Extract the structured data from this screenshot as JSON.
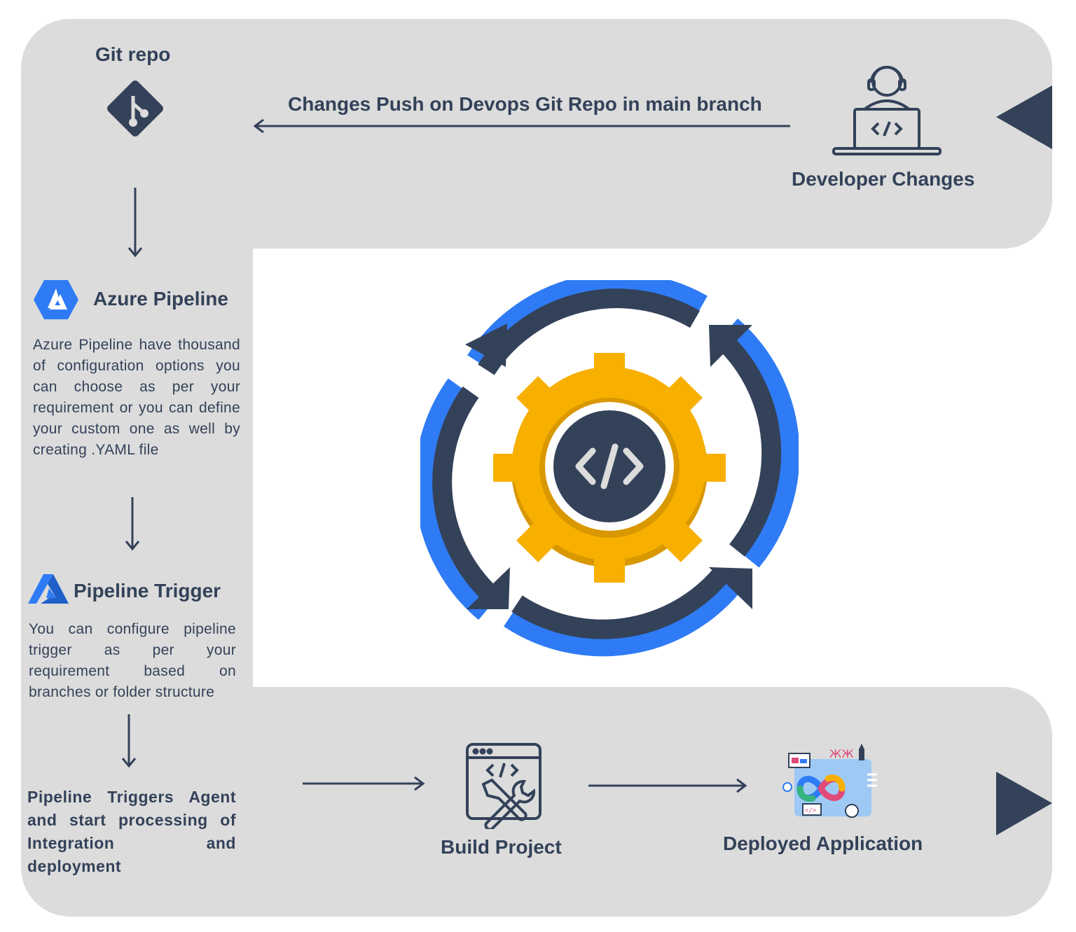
{
  "git_repo": {
    "title": "Git repo"
  },
  "developer": {
    "title": "Developer Changes",
    "push_label": "Changes Push on Devops Git Repo in main branch"
  },
  "azure_pipeline": {
    "title": "Azure Pipeline",
    "description": "Azure Pipeline have thousand of configuration options you can choose as per your requirement  or you can define your custom one as well by creating .YAML file"
  },
  "pipeline_trigger": {
    "title": "Pipeline Trigger",
    "description": "You can configure pipeline trigger as per your requirement based on branches or folder structure"
  },
  "agent": {
    "text": "Pipeline Triggers Agent and start processing of Integration and deployment"
  },
  "build": {
    "title": "Build Project"
  },
  "deploy": {
    "title": "Deployed Application"
  },
  "icons": {
    "git": "git-icon",
    "developer": "developer-laptop-icon",
    "azure": "azure-hexagon-icon",
    "azure_logo": "azure-logo-icon",
    "cycle": "devops-cycle-gear-icon",
    "build": "build-tools-icon",
    "deploy": "devops-infinity-icon"
  },
  "colors": {
    "panel": "#dcdcdc",
    "navy": "#334259",
    "blue": "#2f7bf5",
    "gear": "#f8b000",
    "gear_shade": "#d99800"
  }
}
